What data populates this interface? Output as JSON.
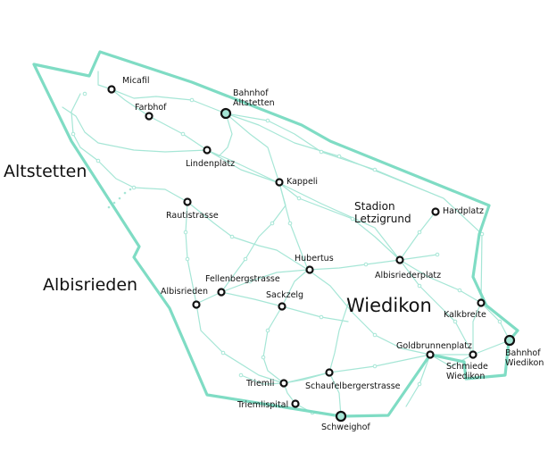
{
  "colors": {
    "boundary": "#7fdcc4",
    "lines": "#a6e6d6",
    "stop_outline": "#111111",
    "major_stop_fill": "#a6e6d6",
    "background": "#ffffff"
  },
  "districts": {
    "altstetten": "Altstetten",
    "albisrieden": "Albisrieden",
    "wiedikon": "Wiedikon"
  },
  "landmarks": {
    "stadion_line1": "Stadion",
    "stadion_line2": "Letzigrund"
  },
  "stops": {
    "micafil": "Micafil",
    "farbhof": "Farbhof",
    "bahnhof_altstetten_1": "Bahnhof",
    "bahnhof_altstetten_2": "Altstetten",
    "lindenplatz": "Lindenplatz",
    "kappeli": "Kappeli",
    "rautistrasse": "Rautistrasse",
    "hardplatz": "Hardplatz",
    "hubertus": "Hubertus",
    "albisriederplatz": "Albisriederplatz",
    "fellenbergstrasse": "Fellenbergstrasse",
    "albisrieden": "Albisrieden",
    "sackzelg": "Sackzelg",
    "kalkbreite": "Kalkbreite",
    "goldbrunnenplatz": "Goldbrunnenplatz",
    "bahnhof_wiedikon_1": "Bahnhof",
    "bahnhof_wiedikon_2": "Wiedikon",
    "schmiede_wiedikon_1": "Schmiede",
    "schmiede_wiedikon_2": "Wiedikon",
    "triemli": "Triemli",
    "schaufelbergerstrasse": "Schaufelbergerstrasse",
    "triemlispital": "Triemlispital",
    "schweighof": "Schweighof"
  }
}
